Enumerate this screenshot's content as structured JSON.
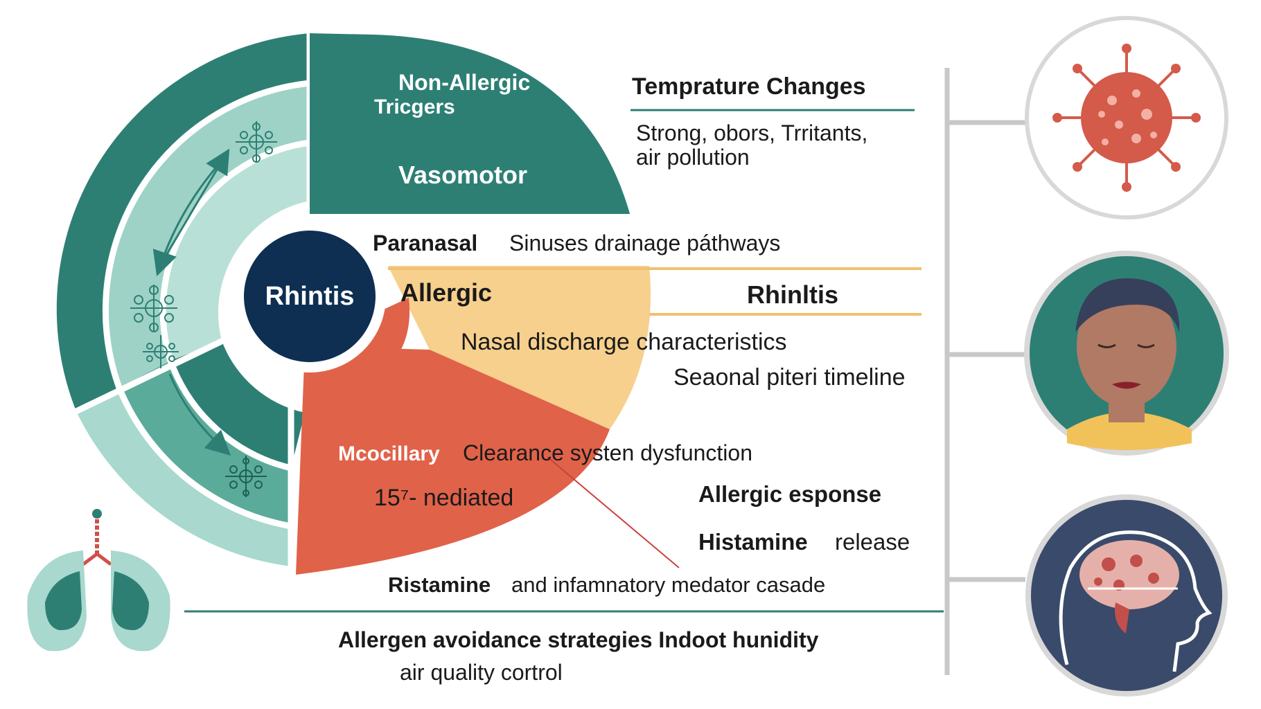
{
  "colors": {
    "dark_teal": "#2d7f74",
    "light_teal": "#9ed2c6",
    "pale_teal": "#a8d8ce",
    "mid_teal": "#5aab9a",
    "navy": "#0e2f52",
    "yellow": "#f6d08c",
    "red": "#e06249",
    "text": "#1a1a1a",
    "line_gray": "#c8c8c8"
  },
  "center": {
    "label": "Rhintis"
  },
  "segments": {
    "non_allergic_line1": "Non-Allergic",
    "non_allergic_line2": "Tricgers",
    "vasomotor": "Vasomotor",
    "allergic": "Allergic",
    "mucociliary": "Mcocillary",
    "ige": "15⁷- nediated"
  },
  "labels": {
    "temperature": "Temprature Changes",
    "irritants_line1": "Strong, obors, Trritants,",
    "irritants_line2": "air pollution",
    "paranasal_bold": "Paranasal",
    "paranasal_rest": "Sinuses  drainage  páthways",
    "rhinitis_right": "Rhinltis",
    "nasal_discharge": "Nasal  discharge  characteristics",
    "seasonal": "Seaonal  piteri  timeline",
    "clearance": "Clearance  systen  dysfunction",
    "allergic_response": "Allergic  esponse",
    "histamine_bold": "Histamine",
    "histamine_rest": "release",
    "cascade_bold": "Ristamine",
    "cascade_rest": "and infamnatory  medator casade",
    "avoidance": "Allergen avoidance strategies  Indoot hunidity",
    "air_quality": "air quality cortrol"
  },
  "icons": [
    "virus-icon",
    "person-face-icon",
    "head-brain-icon",
    "lungs-icon",
    "pollen-icon",
    "cycle-arrow-icon"
  ]
}
